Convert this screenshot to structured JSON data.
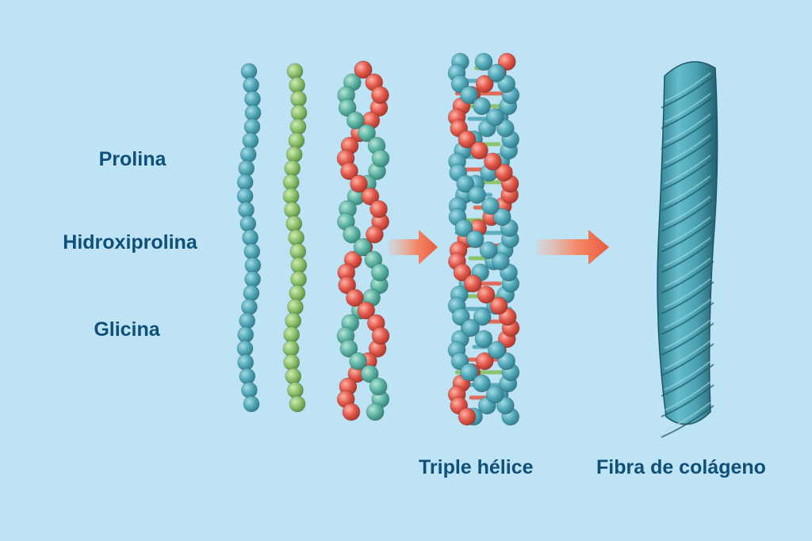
{
  "labels": {
    "prolina": "Prolina",
    "hidroxiprolina": "Hidroxiprolina",
    "glicina": "Glicina",
    "triple_helice": "Triple hélice",
    "fibra_colageno": "Fibra de colágeno"
  },
  "colors": {
    "background": "#bde3f5",
    "teal_bead": "#4fa8b8",
    "green_bead": "#8ec26e",
    "red_bead": "#e0584a",
    "arrow": "#ef6f4e",
    "fiber": "#4aa4b5",
    "label_text": "#0f4f78"
  }
}
